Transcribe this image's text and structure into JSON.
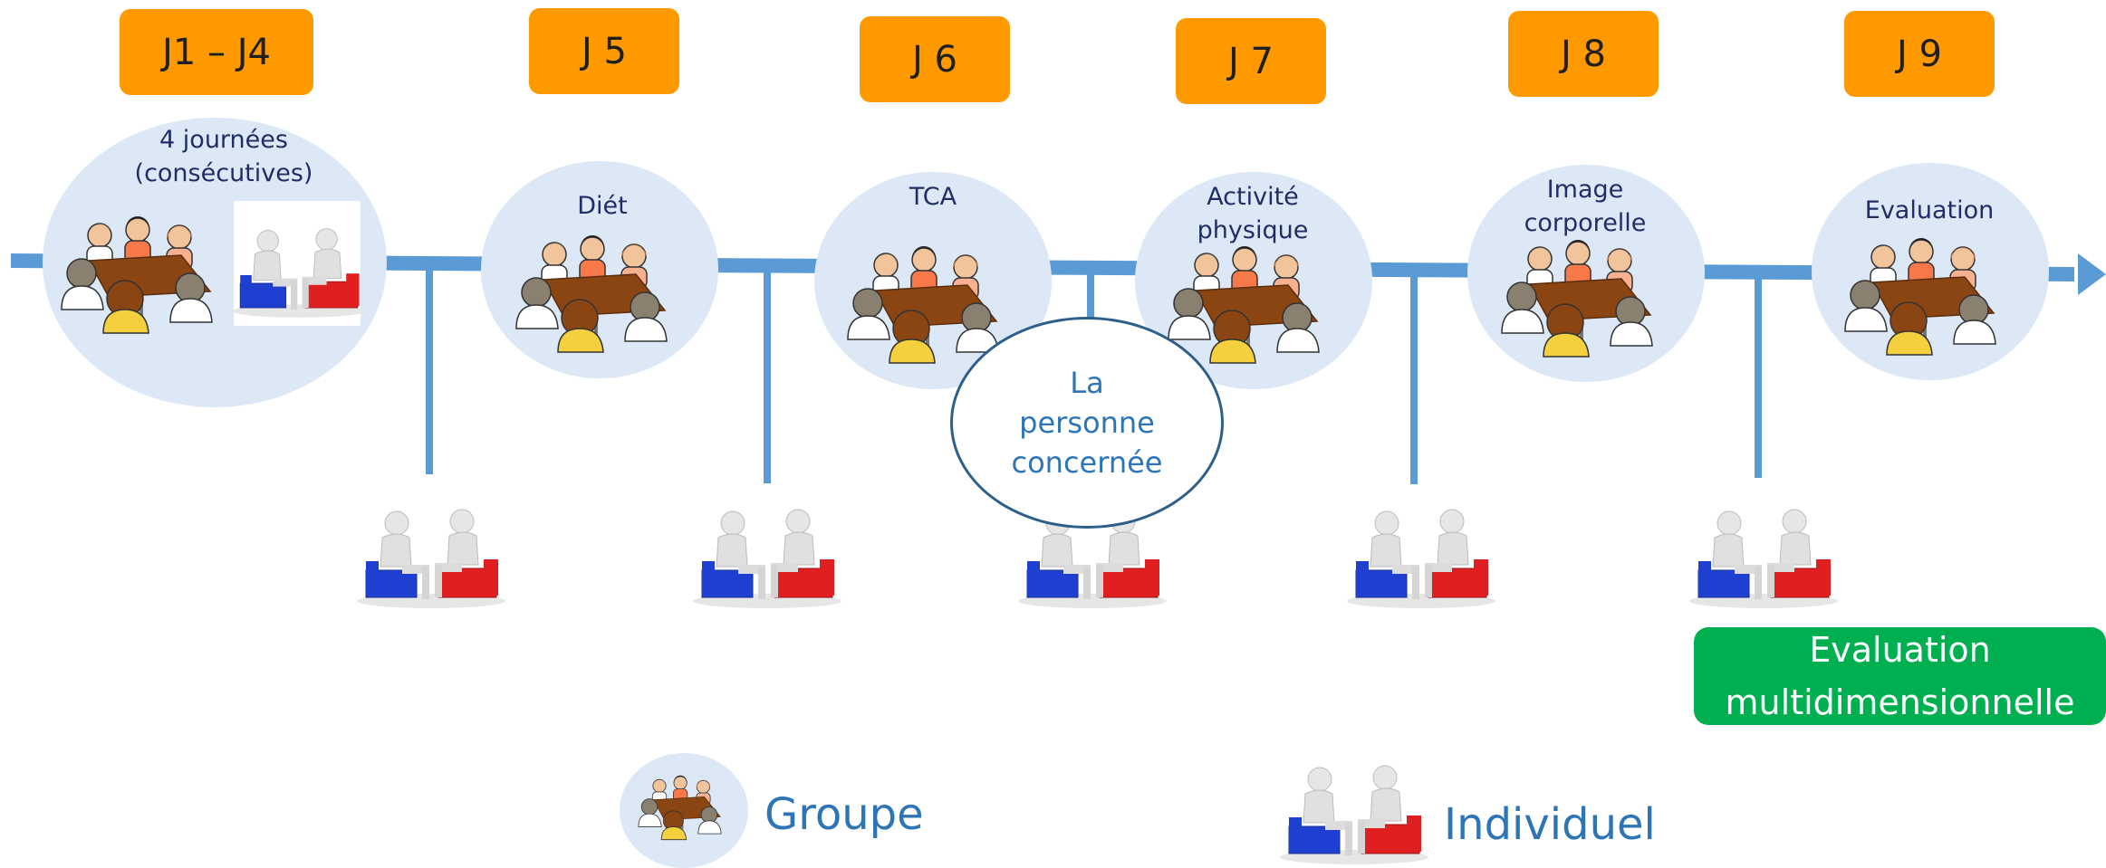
{
  "days": [
    "J1 – J4",
    "J 5",
    "J 6",
    "J 7",
    "J 8",
    "J 9"
  ],
  "sessions": [
    "4 journées\n(consécutives)",
    "Diét",
    "TCA",
    "Activité\nphysique",
    "Image\ncorporelle",
    "Evaluation"
  ],
  "highlight": "La\npersonne\nconcernée",
  "evaluation_box": "Evaluation\nmultidimensionnelle",
  "legend": {
    "group": "Groupe",
    "individual": "Individuel"
  },
  "colors": {
    "badge": "#ff9900",
    "timeline": "#5b9bd5",
    "session_bg": "#dce8f5",
    "eval": "#00b050",
    "text_blue": "#2e75b6"
  },
  "icons": {
    "group": "group-meeting-icon",
    "individual": "individual-meeting-icon"
  }
}
